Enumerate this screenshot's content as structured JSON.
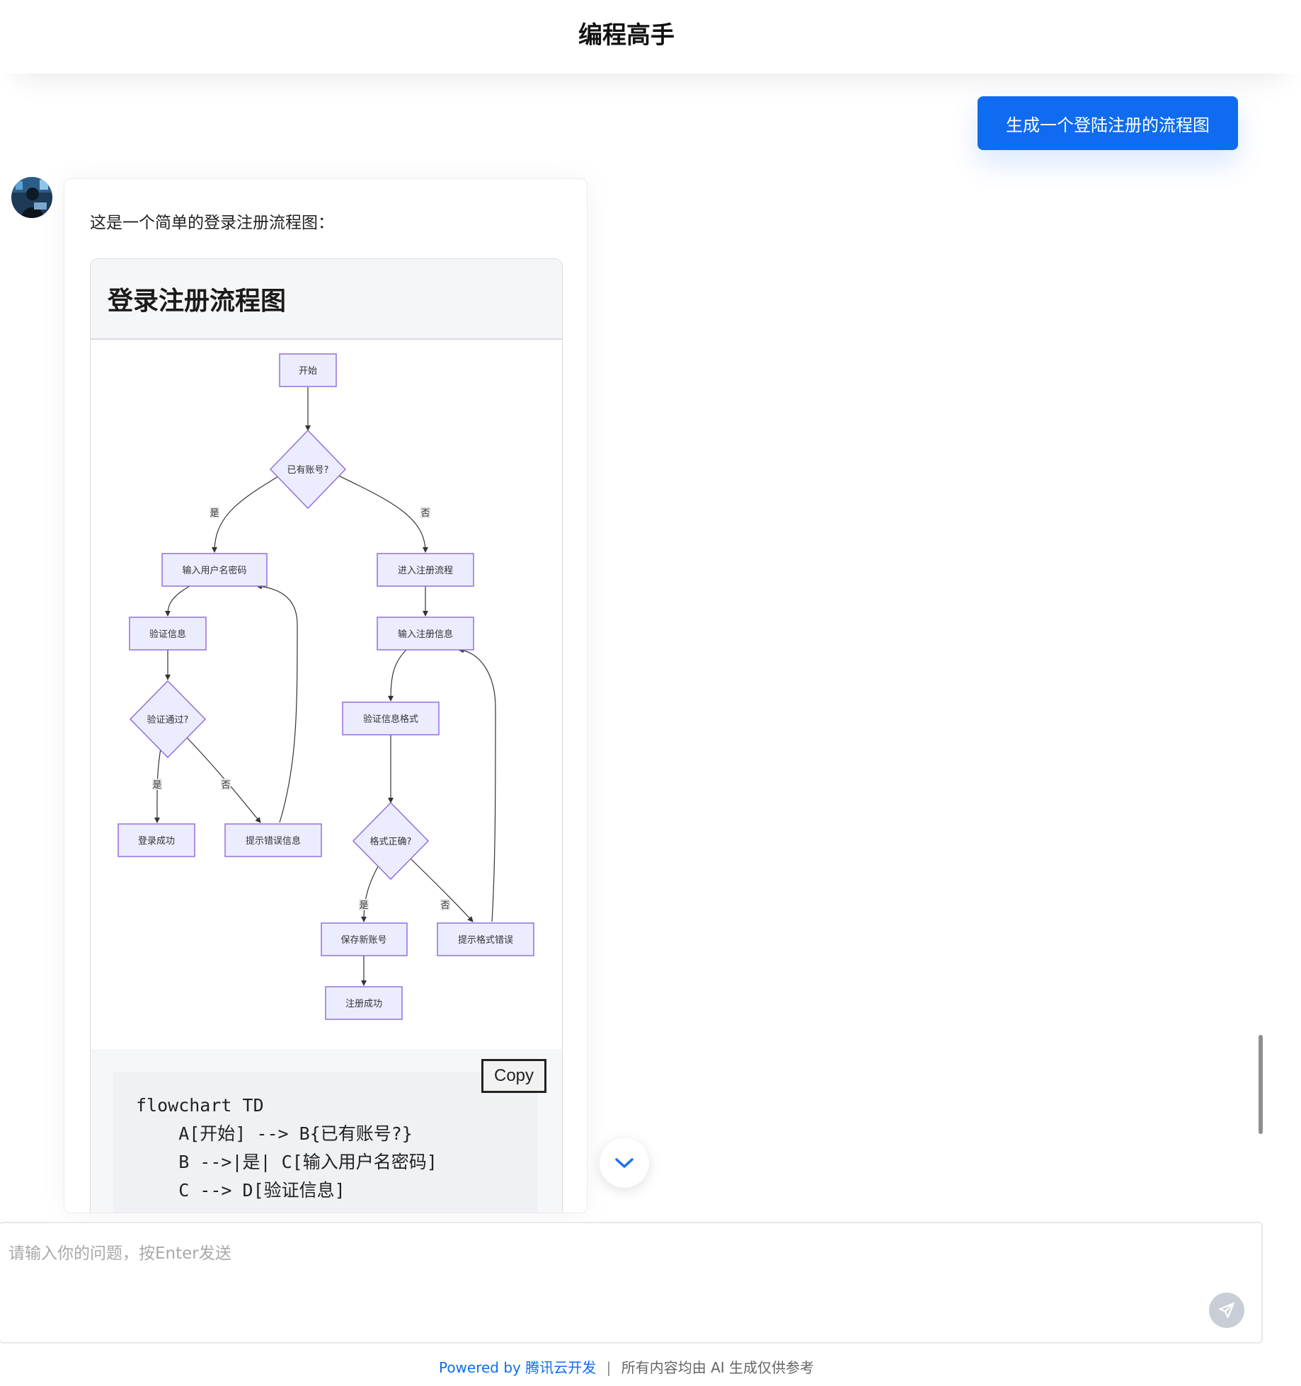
{
  "header": {
    "title": "编程高手"
  },
  "user_message": {
    "text": "生成一个登陆注册的流程图"
  },
  "assistant": {
    "intro": "这是一个简单的登录注册流程图：",
    "diagram": {
      "title": "登录注册流程图",
      "nodes": {
        "start": "开始",
        "has_account": "已有账号?",
        "input_credentials": "输入用户名密码",
        "verify_info": "验证信息",
        "verify_passed": "验证通过?",
        "login_success": "登录成功",
        "show_error": "提示错误信息",
        "enter_register": "进入注册流程",
        "input_register_info": "输入注册信息",
        "verify_format": "验证信息格式",
        "format_ok": "格式正确?",
        "save_account": "保存新账号",
        "format_error": "提示格式错误",
        "register_success": "注册成功"
      },
      "edge_labels": {
        "yes": "是",
        "no": "否"
      }
    },
    "code": {
      "copy_label": "Copy",
      "text": "flowchart TD\n    A[开始] --> B{已有账号?}\n    B -->|是| C[输入用户名密码]\n    C --> D[验证信息]"
    }
  },
  "input": {
    "placeholder": "请输入你的问题，按Enter发送"
  },
  "footer": {
    "powered_by": "Powered by",
    "brand": "腾讯云开发",
    "separator": "|",
    "disclaimer": "所有内容均由 AI 生成仅供参考"
  },
  "colors": {
    "accent": "#0f6cf0",
    "node_fill": "#ECECFF",
    "node_stroke": "#9370DB"
  },
  "icons": {
    "avatar": "avatar",
    "scroll_down": "chevron-down-icon",
    "send": "send-icon"
  }
}
